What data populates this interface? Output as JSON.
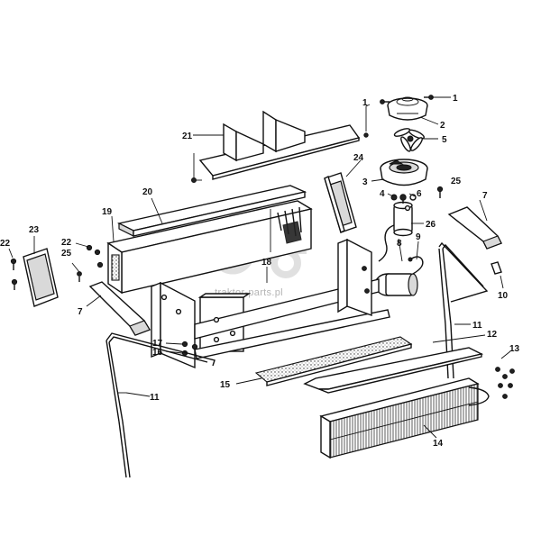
{
  "watermark": {
    "text": "traktor-parts.pl",
    "color": "#c8c8c8"
  },
  "callouts": [
    {
      "id": "c1",
      "label": "1"
    },
    {
      "id": "c1b",
      "label": "1"
    },
    {
      "id": "c2",
      "label": "2"
    },
    {
      "id": "c3",
      "label": "3"
    },
    {
      "id": "c4",
      "label": "4"
    },
    {
      "id": "c5",
      "label": "5"
    },
    {
      "id": "c6",
      "label": "6"
    },
    {
      "id": "c7",
      "label": "7"
    },
    {
      "id": "c7b",
      "label": "7"
    },
    {
      "id": "c8",
      "label": "8"
    },
    {
      "id": "c9",
      "label": "9"
    },
    {
      "id": "c10",
      "label": "10"
    },
    {
      "id": "c11",
      "label": "11"
    },
    {
      "id": "c11b",
      "label": "11"
    },
    {
      "id": "c12",
      "label": "12"
    },
    {
      "id": "c13",
      "label": "13"
    },
    {
      "id": "c14",
      "label": "14"
    },
    {
      "id": "c15",
      "label": "15"
    },
    {
      "id": "c16",
      "label": "16"
    },
    {
      "id": "c17",
      "label": "17"
    },
    {
      "id": "c18",
      "label": "18"
    },
    {
      "id": "c19",
      "label": "19"
    },
    {
      "id": "c20",
      "label": "20"
    },
    {
      "id": "c21",
      "label": "21"
    },
    {
      "id": "c22",
      "label": "22"
    },
    {
      "id": "c22b",
      "label": "22"
    },
    {
      "id": "c23",
      "label": "23"
    },
    {
      "id": "c24",
      "label": "24"
    },
    {
      "id": "c25",
      "label": "25"
    },
    {
      "id": "c25b",
      "label": "25"
    },
    {
      "id": "c26",
      "label": "26"
    }
  ]
}
